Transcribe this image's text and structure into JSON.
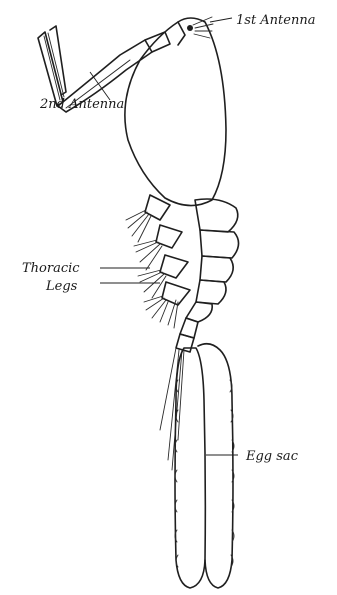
{
  "labels": {
    "first_antenna": "1st Antenna",
    "second_antenna": "2nd Antenna",
    "thoracic_legs_line1": "Thoracic",
    "thoracic_legs_line2": "Legs",
    "egg_sac": "Egg sac"
  },
  "colors": {
    "ink": "#1f1f1f",
    "paper": "#ffffff"
  }
}
